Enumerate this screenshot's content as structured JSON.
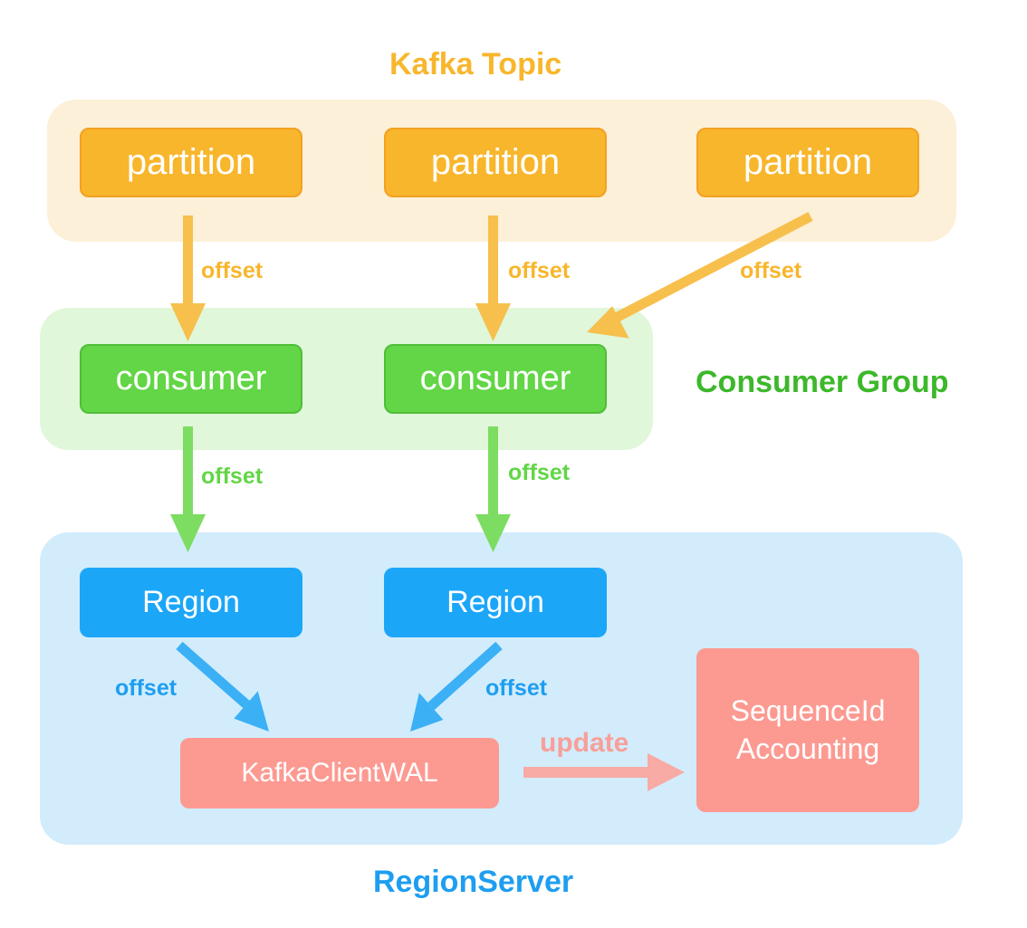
{
  "colors": {
    "orange": "#f8b62c",
    "orange_text": "#f8b62c",
    "orange_panel": "#fdf0d8",
    "green": "#62d646",
    "green_text": "#3cb82a",
    "green_panel": "#e0f7da",
    "blue": "#1ca6f8",
    "blue_text": "#1e9ef0",
    "blue_panel": "#d2ecfc",
    "pink": "#fc9a92",
    "pink_text": "#f89f99"
  },
  "kafka_topic": {
    "title": "Kafka Topic",
    "partitions": [
      "partition",
      "partition",
      "partition"
    ]
  },
  "consumer_group": {
    "title": "Consumer Group",
    "consumers": [
      "consumer",
      "consumer"
    ]
  },
  "region_server": {
    "title": "RegionServer",
    "regions": [
      "Region",
      "Region"
    ],
    "wal": "KafkaClientWAL",
    "sequence_line1": "SequenceId",
    "sequence_line2": "Accounting"
  },
  "edges": {
    "partition_consumer_labels": [
      "offset",
      "offset",
      "offset"
    ],
    "consumer_region_labels": [
      "offset",
      "offset"
    ],
    "region_wal_labels": [
      "offset",
      "offset"
    ],
    "wal_sequence_label": "update"
  }
}
